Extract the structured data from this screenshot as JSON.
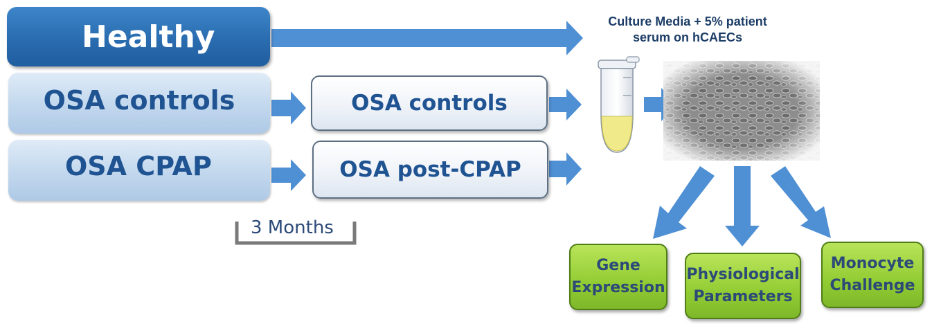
{
  "groups": {
    "healthy": "Healthy",
    "osa_controls": "OSA controls",
    "osa_cpap": "OSA CPAP"
  },
  "followup": {
    "osa_controls": "OSA controls",
    "osa_post_cpap": "OSA post-CPAP"
  },
  "interval": {
    "label": "3 Months"
  },
  "treatment": {
    "line1": "Culture Media + 5% patient",
    "line2": "serum on hCAECs"
  },
  "outcomes": {
    "gene": {
      "line1": "Gene",
      "line2": "Expression"
    },
    "physio": {
      "line1": "Physiological",
      "line2": "Parameters"
    },
    "mono": {
      "line1": "Monocyte",
      "line2": "Challenge"
    }
  },
  "colors": {
    "arrow": "#4f8fd4",
    "healthy_box": "#2a6cb0",
    "group_box": "#c4d9ee",
    "outcome_box": "#92cc33",
    "text_blue": "#1f5392"
  },
  "icons": {
    "tube": "sample-tube-icon",
    "cells": "cell-monolayer-image"
  }
}
